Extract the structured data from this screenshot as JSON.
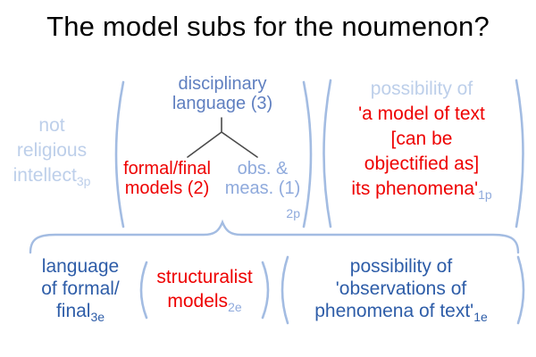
{
  "title": "The model subs for the noumenon?",
  "colors": {
    "title": "#000000",
    "blue_medium": "#5f7fc0",
    "blue_light": "#8faadc",
    "blue_pale": "#bdcfea",
    "blue_dark": "#2e5da8",
    "red": "#ee0000",
    "bracket_blue": "#a3bce2",
    "tree_line": "#4a4a4a"
  },
  "top": {
    "left_label": {
      "lines": [
        "not",
        "religious",
        "intellect"
      ],
      "subscript": "3p"
    },
    "root": {
      "lines": [
        "disciplinary",
        "language (3)"
      ]
    },
    "left_child": {
      "lines": [
        "formal/final",
        "models (2)"
      ]
    },
    "right_child": {
      "lines": [
        "obs. &",
        "meas. (1)"
      ],
      "subscript": "2p"
    },
    "right_group": {
      "intro": "possibility of",
      "lines": [
        "'a model of text",
        "[can be",
        "objectified as]",
        "its phenomena'"
      ],
      "subscript": "1p"
    }
  },
  "bottom": {
    "left": {
      "lines": [
        "language",
        "of formal/",
        "final"
      ],
      "subscript": "3e"
    },
    "middle": {
      "lines": [
        "structuralist",
        "models"
      ],
      "subscript": "2e"
    },
    "right": {
      "lines": [
        "possibility of",
        "'observations of",
        "phenomena of text'"
      ],
      "subscript": "1e"
    }
  }
}
